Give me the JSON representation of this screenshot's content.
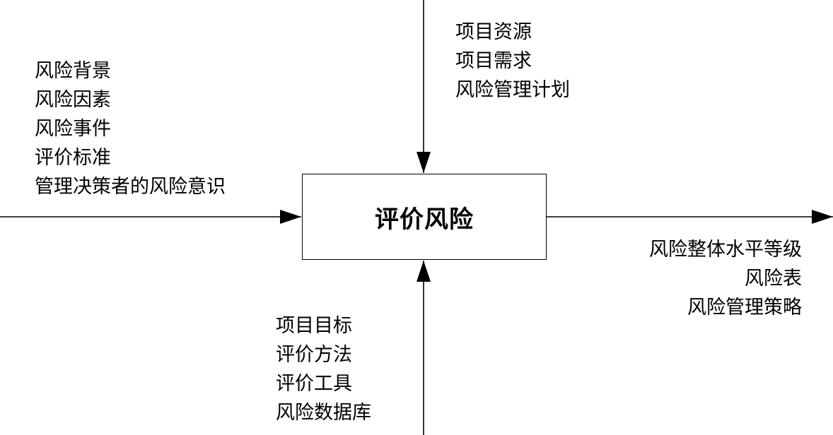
{
  "process": {
    "title": "评价风险"
  },
  "inputs": [
    "风险背景",
    "风险因素",
    "风险事件",
    "评价标准",
    "管理决策者的风险意识"
  ],
  "controls": [
    "项目资源",
    "项目需求",
    "风险管理计划"
  ],
  "mechanisms": [
    "项目目标",
    "评价方法",
    "评价工具",
    "风险数据库"
  ],
  "outputs": [
    "风险整体水平等级",
    "风险表",
    "风险管理策略"
  ]
}
